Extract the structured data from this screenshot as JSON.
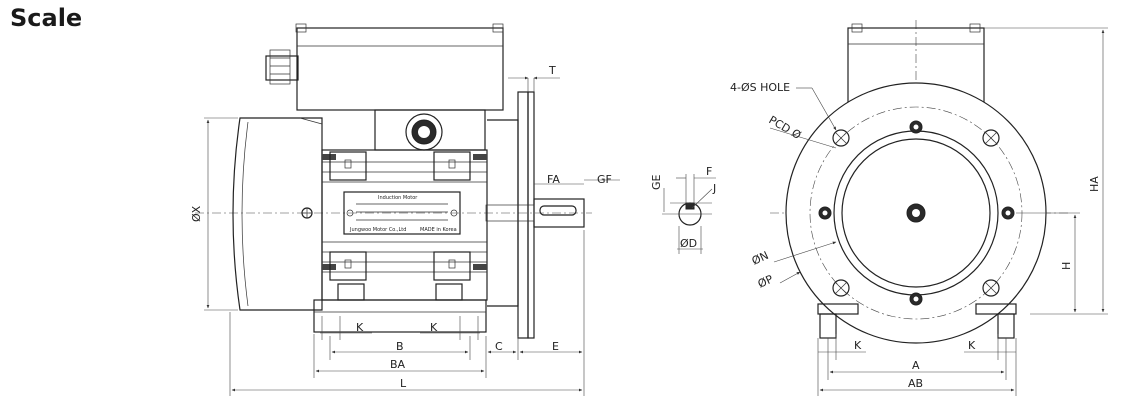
{
  "title": "Scale",
  "nameplate": {
    "heading": "Induction  Motor",
    "maker": "Jungwoo Motor Co.,Ltd",
    "origin": "MADE in Korea"
  },
  "labels": {
    "T": "T",
    "FA": "FA",
    "GF": "GF",
    "GE": "GE",
    "F": "F",
    "J": "J",
    "D": "ØD",
    "X": "ØX",
    "K1": "K",
    "K2": "K",
    "B": "B",
    "C": "C",
    "E": "E",
    "BA": "BA",
    "L": "L",
    "hole": "4-ØS HOLE",
    "PCD": "PCD Ø",
    "N": "ØN",
    "P": "ØP",
    "H": "H",
    "HA": "HA",
    "K3": "K",
    "K4": "K",
    "A": "A",
    "AB": "AB"
  }
}
